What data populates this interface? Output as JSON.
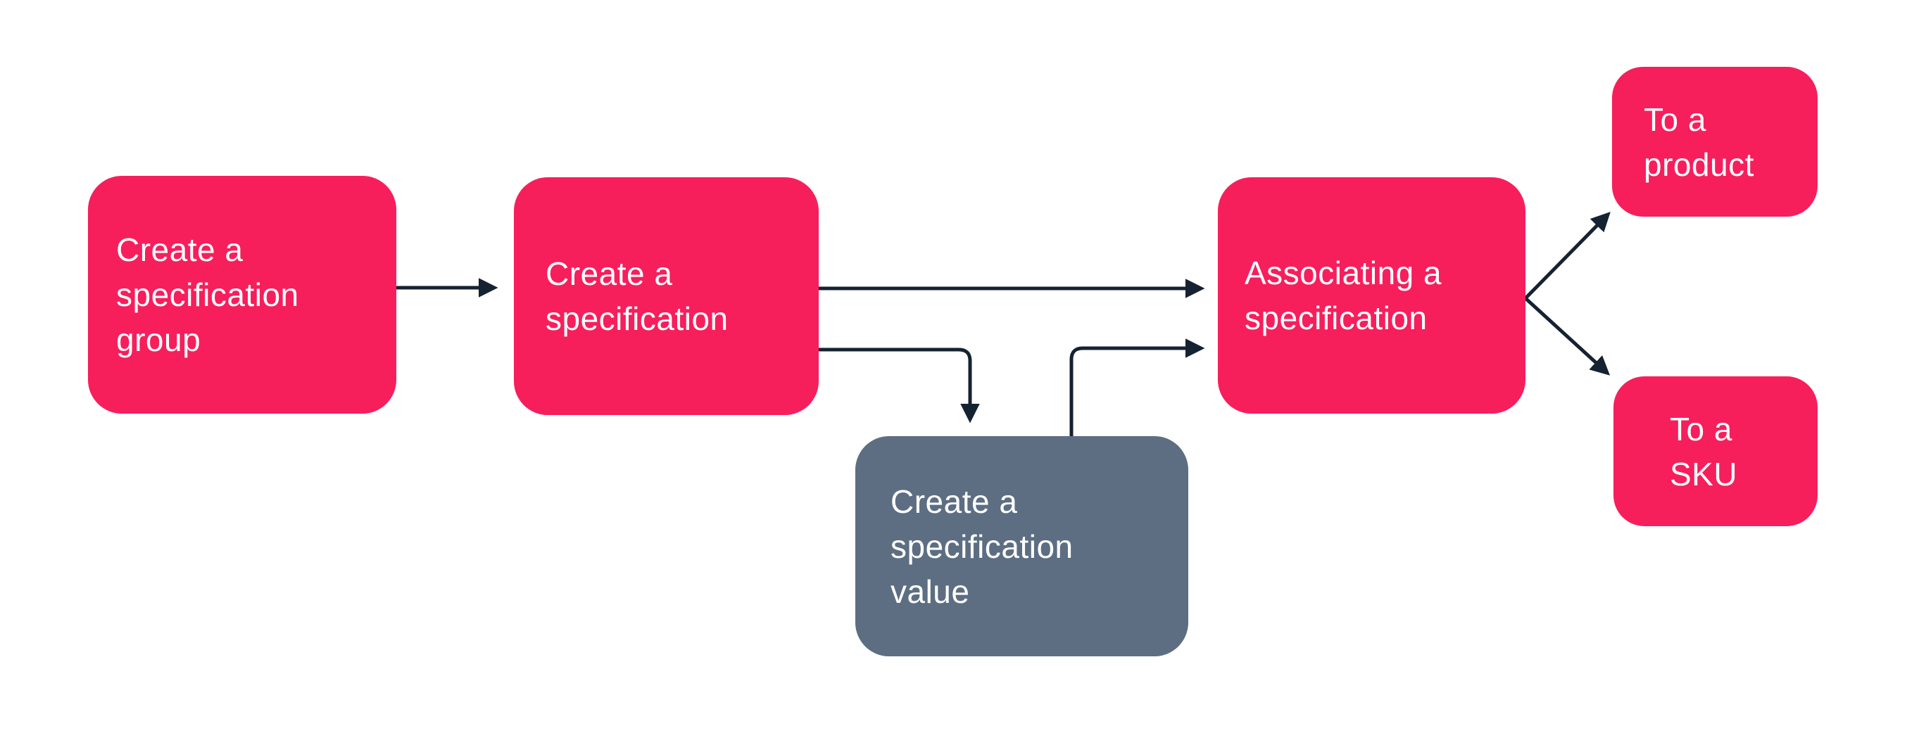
{
  "diagram": {
    "background_color": "#ffffff",
    "colors": {
      "primary_node_fill": "#F71E5C",
      "secondary_node_fill": "#5D6E82",
      "arrow_color": "#152232",
      "node_text_color": "#ffffff"
    },
    "nodes": [
      {
        "id": "create-specification-group",
        "label": "Create a\nspecification\ngroup",
        "style": "primary"
      },
      {
        "id": "create-specification",
        "label": "Create a\nspecification",
        "style": "primary"
      },
      {
        "id": "create-specification-value",
        "label": "Create a\nspecification\nvalue",
        "style": "secondary"
      },
      {
        "id": "associating-specification",
        "label": "Associating a\nspecification",
        "style": "primary"
      },
      {
        "id": "to-a-product",
        "label": "To a\nproduct",
        "style": "primary"
      },
      {
        "id": "to-a-sku",
        "label": "To a\nSKU",
        "style": "primary"
      }
    ],
    "edges": [
      {
        "from": "create-specification-group",
        "to": "create-specification"
      },
      {
        "from": "create-specification",
        "to": "associating-specification"
      },
      {
        "from": "create-specification",
        "to": "create-specification-value"
      },
      {
        "from": "create-specification-value",
        "to": "associating-specification"
      },
      {
        "from": "associating-specification",
        "to": "to-a-product"
      },
      {
        "from": "associating-specification",
        "to": "to-a-sku"
      }
    ]
  }
}
